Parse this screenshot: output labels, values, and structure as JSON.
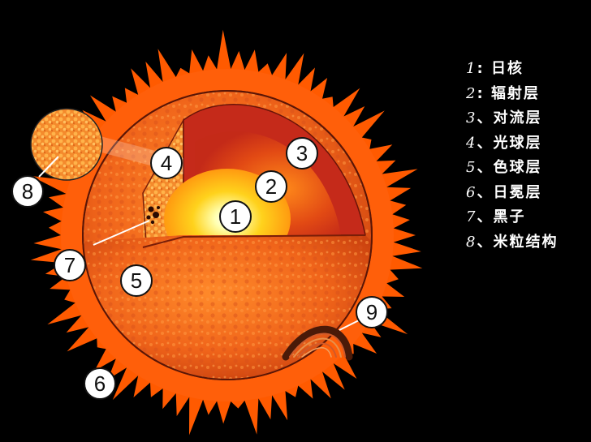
{
  "colors": {
    "background": "#000000",
    "corona": "#ff5a00",
    "photosphere": "#f26a16",
    "convection": "#c52a1a",
    "radiative": "#dc3b12",
    "core": "#ffd21c",
    "label_fill": "#ffffff"
  },
  "callouts": [
    {
      "id": "1",
      "text": "1"
    },
    {
      "id": "2",
      "text": "2"
    },
    {
      "id": "3",
      "text": "3"
    },
    {
      "id": "4",
      "text": "4"
    },
    {
      "id": "5",
      "text": "5"
    },
    {
      "id": "6",
      "text": "6"
    },
    {
      "id": "7",
      "text": "7"
    },
    {
      "id": "8",
      "text": "8"
    },
    {
      "id": "9",
      "text": "9"
    }
  ],
  "legend": [
    {
      "num": "1",
      "sep": ":",
      "label": "日核"
    },
    {
      "num": "2",
      "sep": ":",
      "label": "辐射层"
    },
    {
      "num": "3",
      "sep": "、",
      "label": "对流层"
    },
    {
      "num": "4",
      "sep": "、",
      "label": "光球层"
    },
    {
      "num": "5",
      "sep": "、",
      "label": "色球层"
    },
    {
      "num": "6",
      "sep": "、",
      "label": "日冕层"
    },
    {
      "num": "7",
      "sep": "、",
      "label": "黑子"
    },
    {
      "num": "8",
      "sep": "、",
      "label": "米粒结构"
    }
  ]
}
